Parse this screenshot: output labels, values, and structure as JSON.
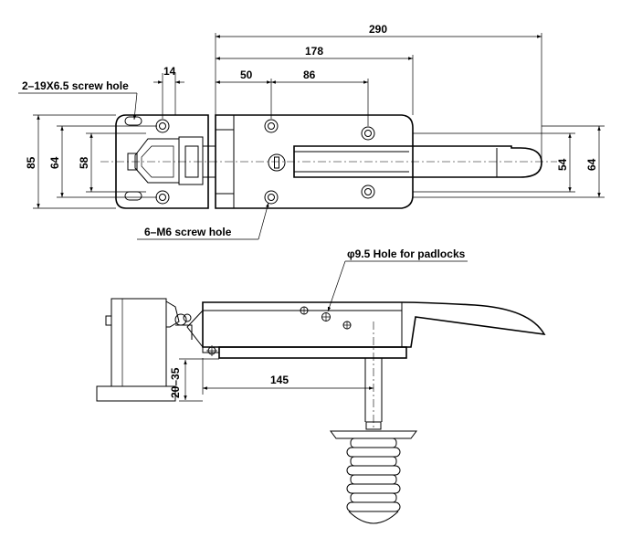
{
  "dimensions": {
    "d290": "290",
    "d178": "178",
    "d14": "14",
    "d50": "50",
    "d86": "86",
    "d85": "85",
    "d64_left": "64",
    "d58": "58",
    "d54": "54",
    "d64_right": "64",
    "d145": "145",
    "d20_35": "20–35"
  },
  "notes": {
    "screw_hole_19": "2–19X6.5 screw hole",
    "screw_hole_m6": "6–M6 screw hole",
    "padlock_hole": "φ9.5 Hole for padlocks"
  }
}
